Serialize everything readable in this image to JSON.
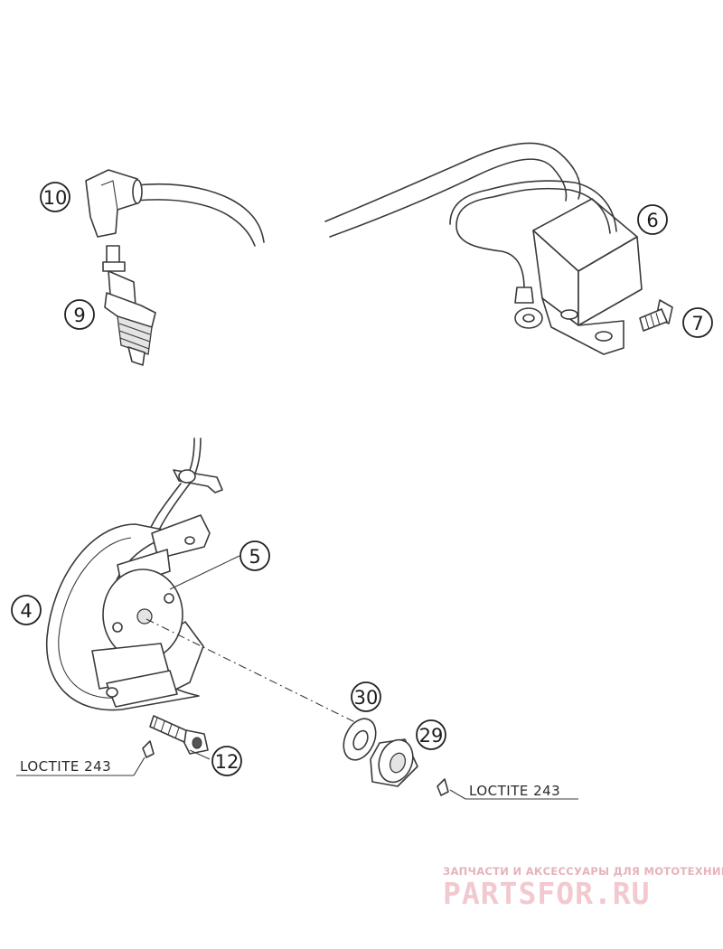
{
  "callouts": {
    "c4": "4",
    "c5": "5",
    "c6": "6",
    "c7": "7",
    "c9": "9",
    "c10": "10",
    "c12": "12",
    "c29": "29",
    "c30": "30"
  },
  "notes": {
    "loctite_left": "LOCTITE 243",
    "loctite_right": "LOCTITE 243"
  },
  "watermark": {
    "tagline": "ЗАПЧАСТИ И АКСЕССУАРЫ ДЛЯ МОТОТЕХНИКИ",
    "brand": "PARTSFOR.RU"
  }
}
